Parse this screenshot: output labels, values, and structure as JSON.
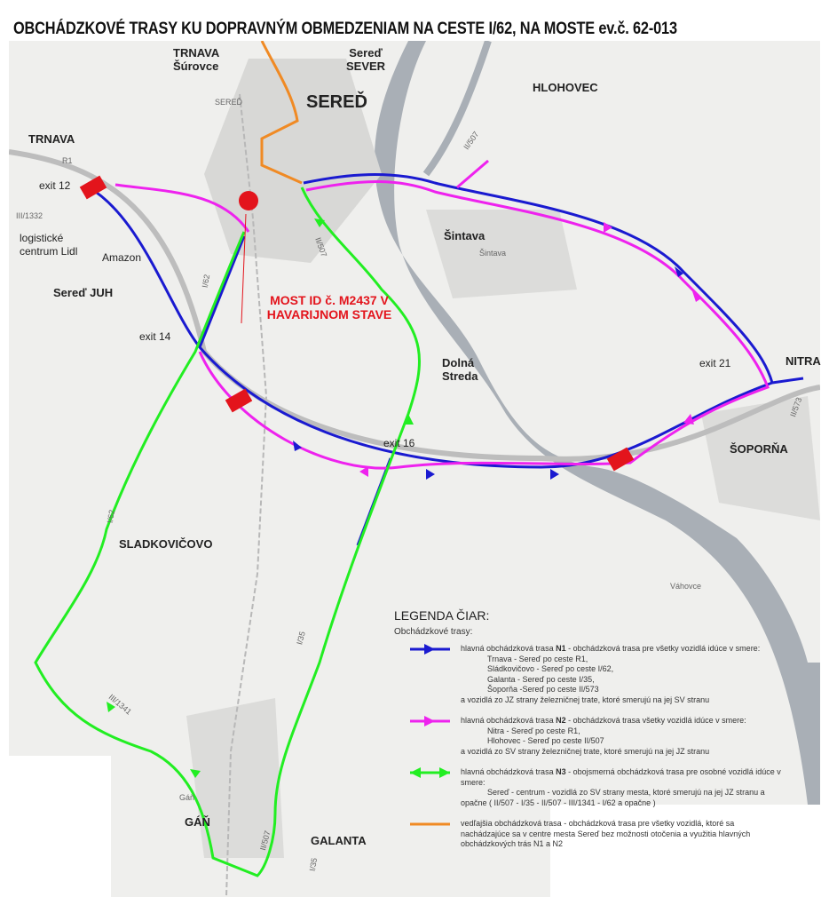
{
  "title": "OBCHÁDZKOVÉ TRASY KU DOPRAVNÝM OBMEDZENIAM NA CESTE I/62, NA MOSTE ev.č. 62-013",
  "places": {
    "trnava_surovce": "TRNAVA\nŠúrovce",
    "sered_sever": "Sereď\nSEVER",
    "sered": "SEREĎ",
    "sered_small": "SEREĎ",
    "hlohovec": "HLOHOVEC",
    "trnava": "TRNAVA",
    "exit12": "exit 12",
    "logistic": "logistické\ncentrum Lidl",
    "amazon": "Amazon",
    "sered_juh": "Sereď JUH",
    "exit14": "exit 14",
    "sintava": "Šintava",
    "sintava_small": "Šintava",
    "dolna_streda": "Dolná\nStreda",
    "exit16": "exit 16",
    "exit21": "exit 21",
    "nitra": "NITRA",
    "soporna": "ŠOPORŇA",
    "sladkovicovo": "SLADKOVIČOVO",
    "gan": "GÁŇ",
    "gan_small": "Gáň",
    "galanta": "GALANTA",
    "vahovce": "Váhovce"
  },
  "roads": {
    "r1": "R1",
    "i62": "I/62",
    "ii507": "II/507",
    "ii573": "II/573",
    "iii1332": "III/1332",
    "iii1341": "III/1341",
    "i35": "I/35"
  },
  "bridge_label": "MOST ID č. M2437 V HAVARIJNOM STAVE",
  "legend": {
    "heading": "LEGENDA ČIAR:",
    "subheading": "Obchádzkové trasy:",
    "items": [
      {
        "color": "#1a1ad0",
        "prefix": "hlavná obchádzková trasa ",
        "code": "N1",
        "text": " - obchádzková trasa pre všetky vozidlá idúce v smere:",
        "lines": [
          "Trnava - Sereď po ceste R1,",
          "Sládkovičovo - Sereď po ceste I/62,",
          "Galanta - Sereď po ceste I/35,",
          "Šoporňa -Sereď po ceste II/573"
        ],
        "footer": "a vozidlá zo JZ strany železničnej trate, ktoré smerujú na jej SV stranu"
      },
      {
        "color": "#ee22ee",
        "prefix": "hlavná obchádzková trasa ",
        "code": "N2",
        "text": " - obchádzková trasa všetky vozidlá idúce v smere:",
        "lines": [
          "Nitra - Sereď po ceste R1,",
          "Hlohovec - Sereď po ceste II/507"
        ],
        "footer": "a vozidlá zo SV strany železničnej trate, ktoré smerujú na jej JZ stranu"
      },
      {
        "color": "#22ee22",
        "prefix": "hlavná obchádzková trasa ",
        "code": "N3",
        "text": " - obojsmerná obchádzková trasa pre osobné vozidlá idúce v smere:",
        "lines": [
          "Sereď - centrum - vozidlá zo SV strany mesta, ktoré smerujú na jej JZ stranu a"
        ],
        "footer": "opačne ( II/507 - I/35 - II/507 - III/1341 - I/62 a opačne )"
      },
      {
        "color": "#f08a24",
        "prefix": "",
        "code": "",
        "text": "vedľajšia obchádzková trasa - obchádzková trasa pre všetky vozidlá, ktoré sa nachádzajúce sa v centre mesta Sereď bez možnosti otočenia a využitia hlavných obchádzkových trás N1 a N2",
        "lines": [],
        "footer": ""
      }
    ]
  }
}
